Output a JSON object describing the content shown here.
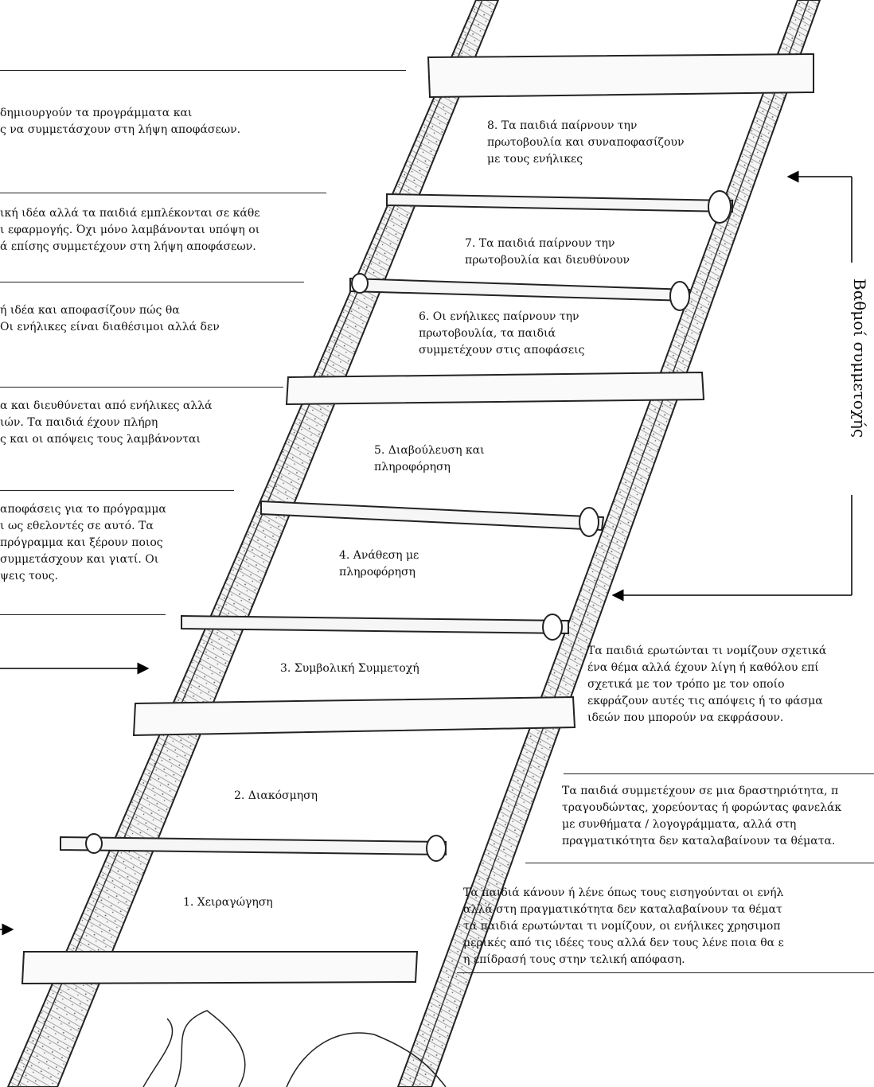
{
  "rungs": [
    {
      "label": "8. Τα παιδιά παίρνουν την\nπρωτοβουλία και συναποφασίζουν\nμε τους ενήλικες"
    },
    {
      "label": "7. Τα παιδιά παίρνουν την\nπρωτοβουλία και διευθύνουν"
    },
    {
      "label": "6. Οι ενήλικες παίρνουν την\nπρωτοβουλία, τα παιδιά\nσυμμετέχουν στις αποφάσεις"
    },
    {
      "label": "5. Διαβούλευση και\nπληροφόρηση"
    },
    {
      "label": "4. Ανάθεση με\nπληροφόρηση"
    },
    {
      "label": "3. Συμβολική Συμμετοχή"
    },
    {
      "label": "2. Διακόσμηση"
    },
    {
      "label": "1. Χειραγώγηση"
    }
  ],
  "left_texts": [
    "δημιουργούν τα προγράμματα και\nς να συμμετάσχουν στη λήψη αποφάσεων.",
    "ική ιδέα αλλά τα παιδιά εμπλέκονται σε κάθε\nι εφαρμογής. Όχι μόνο λαμβάνονται υπόψη οι\nά επίσης συμμετέχουν στη λήψη αποφάσεων.",
    "ή ιδέα και αποφασίζουν πώς θα\nΟι ενήλικες είναι διαθέσιμοι αλλά δεν",
    "α και διευθύνεται από ενήλικες αλλά\nιών. Τα παιδιά έχουν πλήρη\nς και οι απόψεις τους λαμβάνονται",
    "αποφάσεις για το πρόγραμμα\nι ως εθελοντές σε αυτό. Τα\nπρόγραμμα και ξέρουν ποιος\nσυμμετάσχουν και γιατί. Οι\nψεις τους."
  ],
  "right_texts": [
    "Τα παιδιά ερωτώνται τι νομίζουν σχετικά\nένα θέμα αλλά έχουν λίγη ή καθόλου επί\nσχετικά με τον τρόπο με τον οποίο\nεκφράζουν αυτές τις απόψεις ή το φάσμα\nιδεών που μπορούν να εκφράσουν.",
    "Τα παιδιά συμμετέχουν σε μια δραστηριότητα, π\nτραγουδώντας, χορεύοντας ή φορώντας φανελάκ\nμε συνθήματα / λογογράμματα, αλλά στη\nπραγματικότητα δεν καταλαβαίνουν τα θέματα.",
    "Τα παιδιά κάνουν ή λένε όπως τους εισηγούνται οι ενήλ\nαλλά στη πραγματικότητα δεν καταλαβαίνουν τα θέματ\nτα παιδιά ερωτώνται τι νομίζουν, οι ενήλικες χρησιμοπ\nμερικές από τις ιδέες τους αλλά δεν τους λένε ποια θα ε\nη επίδρασή τους στην τελική απόφαση."
  ],
  "side_label": "Βαθμοί συμμετοχής"
}
